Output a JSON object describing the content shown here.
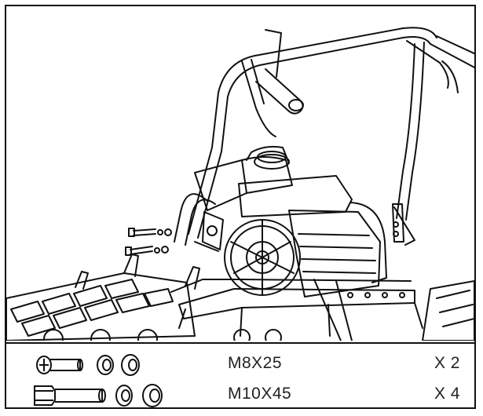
{
  "hardware": [
    {
      "spec": "M8X25",
      "qty": "X 2"
    },
    {
      "spec": "M10X45",
      "qty": "X 4"
    }
  ],
  "icons": {
    "small_bolt": "socket-head-bolt-icon",
    "large_bolt": "hex-bolt-icon",
    "lock_washer": "lock-washer-icon",
    "flat_washer": "flat-washer-icon"
  },
  "colors": {
    "line": "#111111",
    "background": "#ffffff"
  }
}
